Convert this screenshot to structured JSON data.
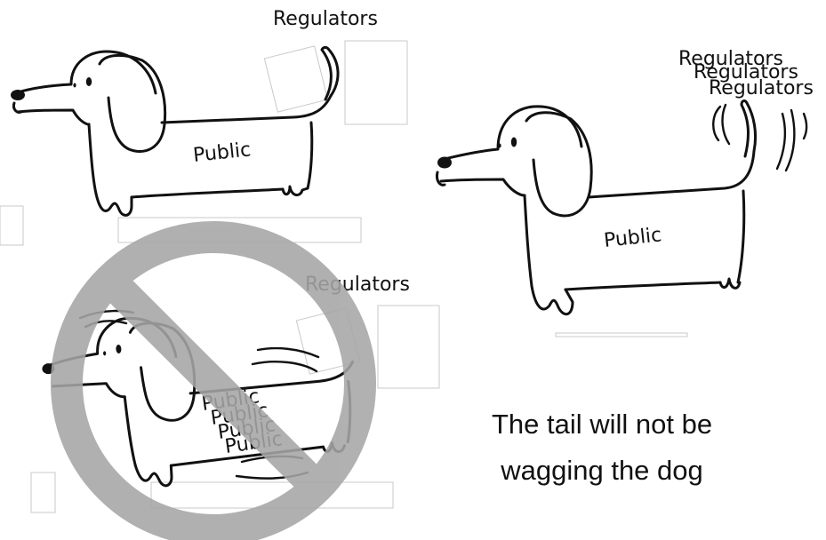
{
  "dog_top_left": {
    "body_label": "Public",
    "tail_label": "Regulators"
  },
  "dog_right": {
    "body_label": "Public",
    "tail_labels": [
      "Regulators",
      "Regulators",
      "Regulators"
    ]
  },
  "dog_bottom_left": {
    "body_labels": [
      "Public",
      "Public",
      "Public",
      "Public"
    ],
    "tail_label": "Regulators"
  },
  "caption": {
    "line1": "The tail will not be",
    "line2": "wagging the dog"
  },
  "colors": {
    "ink": "#111111",
    "prohibition": "#a6a6a6",
    "ghost_border": "#c9c9c9"
  },
  "icons": {
    "prohibition": "prohibition-sign-icon"
  }
}
